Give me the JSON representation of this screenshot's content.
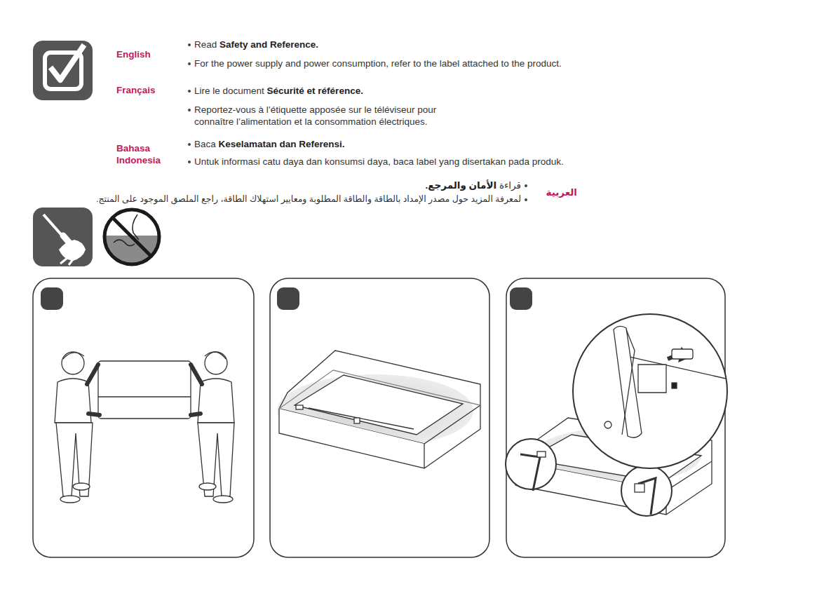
{
  "diagram": {
    "labels": [
      "English",
      "Read",
      "Safety and Reference.",
      "For the power supply and power consumption, refer to the label attached to the product.",
      "Français",
      "Lire le document",
      "Sécurité et référence.",
      "Reportez-vous à l’étiquette apposée sur le téléviseur pour connaître l’alimentation et la consommation électriques.",
      "Bahasa Indonesia",
      "Baca",
      "Keselamatan dan Referensi.",
      "Untuk informasi catu daya dan konsumsi daya, baca label yang disertakan pada produk.",
      "العربية",
      "قراءة",
      "الأمان والمرجع.",
      "لمعرفة المزيد حول مصدر الإمداد بالطاقة والطاقة المطلوبة ومعايير استهلاك الطاقة، راجع الملصق الموجود على المنتج."
    ]
  }
}
